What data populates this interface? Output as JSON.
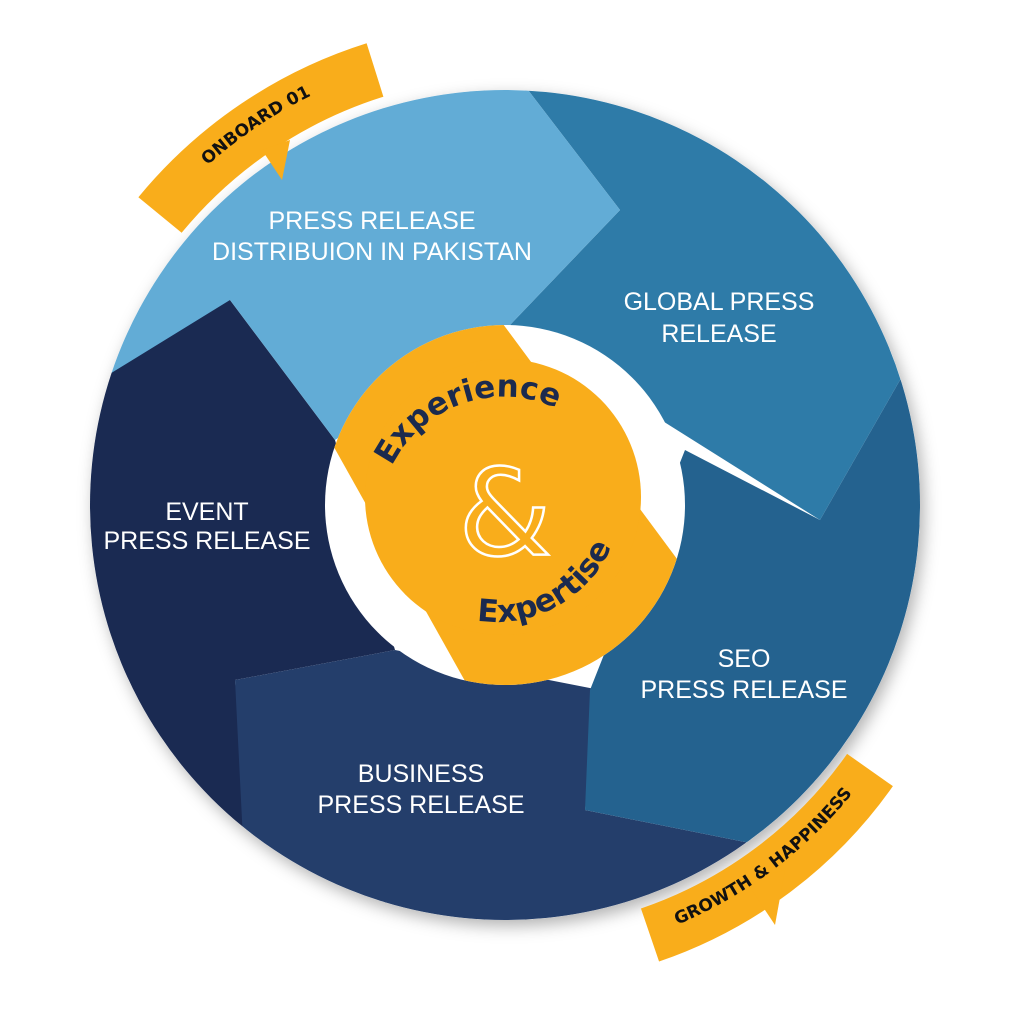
{
  "colors": {
    "gold": "#f9ad1b",
    "light_blue": "#62acd6",
    "mid_blue": "#2e7ba8",
    "steel_blue": "#24628f",
    "navy": "#243e6b",
    "dark_navy": "#1a2a52"
  },
  "ribbons": {
    "start": "ONBOARD 01",
    "end": "GROWTH & HAPPINESS"
  },
  "segments": [
    {
      "line1": "PRESS RELEASE",
      "line2": "DISTRIBUION IN PAKISTAN"
    },
    {
      "line1": "GLOBAL PRESS",
      "line2": "RELEASE"
    },
    {
      "line1": "SEO",
      "line2": "PRESS RELEASE"
    },
    {
      "line1": "BUSINESS",
      "line2": "PRESS RELEASE"
    },
    {
      "line1": "EVENT",
      "line2": "PRESS RELEASE"
    }
  ],
  "center": {
    "top": "Experience",
    "amp": "&",
    "bottom": "Expertise"
  }
}
